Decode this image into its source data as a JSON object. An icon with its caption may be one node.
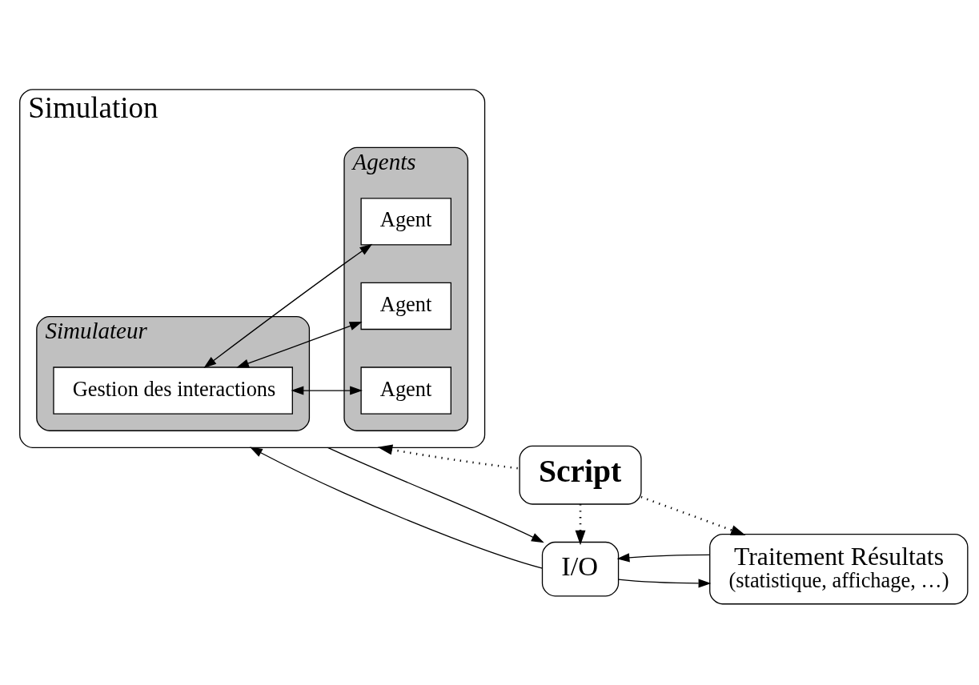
{
  "diagram": {
    "nodes": [
      {
        "text": [
          "Script"
        ]
      },
      {
        "text": [
          "Simulation"
        ]
      },
      {
        "text": [
          "Simulateur"
        ],
        "in": 1
      },
      {
        "text": [
          "Gestion des interactions"
        ],
        "in": 2
      },
      {
        "text": [
          "Agents"
        ],
        "in": 1
      },
      {
        "text": [
          "Agent"
        ],
        "in": 4
      },
      {
        "text": [
          "Agent"
        ],
        "in": 4
      },
      {
        "text": [
          "Agent"
        ],
        "in": 4
      },
      {
        "text": [
          "I/O"
        ]
      },
      {
        "text": [
          "Traitement Résultats",
          "(statistique, affichage, …)"
        ]
      }
    ],
    "edges": [
      {
        "from": 0,
        "to": 1,
        "arrow": "to",
        "style": "dashed"
      },
      {
        "from": 0,
        "to": 8,
        "arrow": "to",
        "style": "dashed"
      },
      {
        "from": 0,
        "to": 9,
        "arrow": "to",
        "style": "dashed"
      },
      {
        "from": 3,
        "to": 5,
        "arrow": "both"
      },
      {
        "from": 3,
        "to": 6,
        "arrow": "both"
      },
      {
        "from": 3,
        "to": 7,
        "arrow": "both"
      },
      {
        "from": 8,
        "to": 1,
        "arrow": "to"
      },
      {
        "from": 1,
        "to": 8,
        "arrow": "to"
      },
      {
        "from": 9,
        "to": 8,
        "arrow": "to"
      },
      {
        "from": 8,
        "to": 9,
        "arrow": "to"
      }
    ]
  }
}
